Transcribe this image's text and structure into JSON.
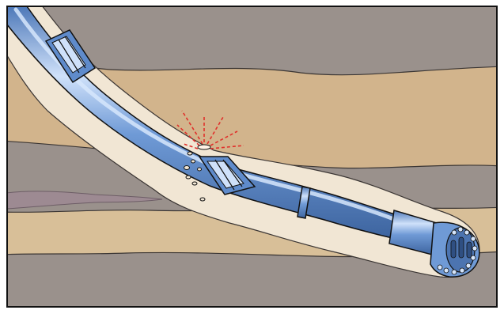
{
  "colors": {
    "frame": "#111111",
    "shale_dark": "#9a918c",
    "sand_tan": "#d2b48c",
    "sand_tan_light": "#d8bf98",
    "shale_purple": "#9d8a92",
    "borehole_cream": "#f1e6d4",
    "pipe_blue": "#6f9ad6",
    "pipe_highlight": "#d6e6fb",
    "pipe_shadow": "#3f6aa8",
    "outline": "#111111",
    "stress_mark": "#e0302b"
  },
  "icons": [
    "drill-pipe",
    "stabilizer-blade",
    "drill-bit",
    "cutter-insert",
    "rock-cuttings",
    "stress-burst"
  ]
}
